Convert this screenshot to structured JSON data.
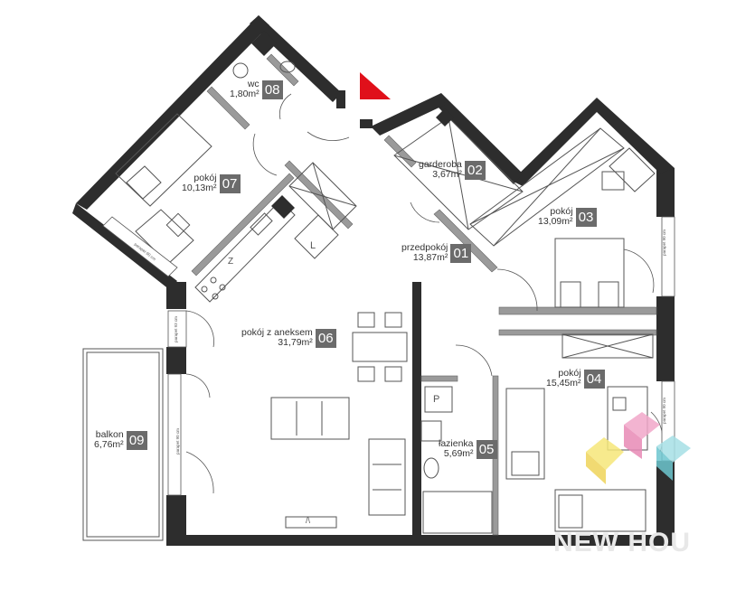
{
  "colors": {
    "wall": "#2d2d2d",
    "badge": "#6b6b6b",
    "entrance_marker": "#e0101a"
  },
  "rooms": [
    {
      "name": "wc",
      "area": "1,80m²",
      "number": "08"
    },
    {
      "name": "pokój",
      "area": "10,13m²",
      "number": "07"
    },
    {
      "name": "garderoba",
      "area": "3,67m²",
      "number": "02"
    },
    {
      "name": "pokój",
      "area": "13,09m²",
      "number": "03"
    },
    {
      "name": "przedpokój",
      "area": "13,87m²",
      "number": "01"
    },
    {
      "name": "pokój z aneksem",
      "area": "31,79m²",
      "number": "06"
    },
    {
      "name": "pokój",
      "area": "15,45m²",
      "number": "04"
    },
    {
      "name": "łazienka",
      "area": "5,69m²",
      "number": "05"
    },
    {
      "name": "balkon",
      "area": "6,76m²",
      "number": "09"
    }
  ],
  "fixtures": {
    "p_label": "P",
    "l_label": "L",
    "z_label": "Z",
    "tv_label": "/\\"
  },
  "window_notes": {
    "w1": "parapet 90 cm",
    "w2": "parapet 90 cm",
    "w3": "parapet 90 cm",
    "w4": "parapet 93 cm",
    "w5": "parapet 90 cm"
  },
  "watermark": "NEW HOU"
}
